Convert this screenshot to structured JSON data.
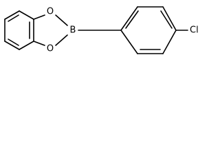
{
  "molecule": {
    "labels": {
      "oxygen_top": "O",
      "oxygen_bottom": "O",
      "boron": "B",
      "chlorine": "Cl"
    }
  }
}
